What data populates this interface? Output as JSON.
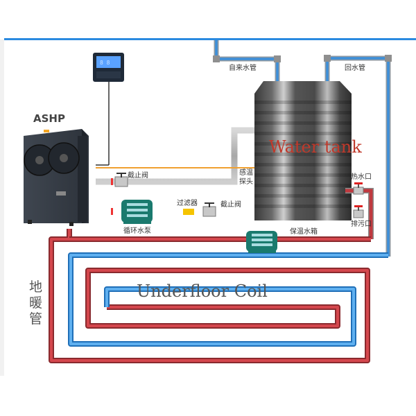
{
  "title": "Air Source Heat Pump Underfloor Heating System",
  "colors": {
    "hot_pipe": "#c0393f",
    "cold_pipe": "#3d8fd9",
    "grey_pipe": "#b5b5b5",
    "sensor_line": "#f0a030",
    "pump": "#1a7a6e",
    "filter": "#f5c400",
    "tank_label": "#c0392b"
  },
  "components": {
    "controller": {
      "label": "",
      "icon": "wired-controller-icon"
    },
    "heat_pump": {
      "label": "ASHP",
      "icon": "heat-pump-unit-icon"
    },
    "water_tank": {
      "label": "Water tank",
      "caption_cn": "保温水箱",
      "icon": "insulated-tank-icon"
    },
    "underfloor_coil": {
      "label": "Underfloor Coil",
      "caption_cn": "地暖管"
    }
  },
  "labels": {
    "tap_water_pipe": "自来水管",
    "return_water_pipe": "回水管",
    "stop_valve_upper": "截止阀",
    "temp_sensor": [
      "感温",
      "探头"
    ],
    "filter": "过滤器",
    "stop_valve_lower": "截止阀",
    "circulation_pump": "循环水泵",
    "hot_water_outlet": "热水口",
    "drain_outlet": "排污口"
  },
  "underfloor_vertical_label": [
    "地",
    "暖",
    "管"
  ]
}
